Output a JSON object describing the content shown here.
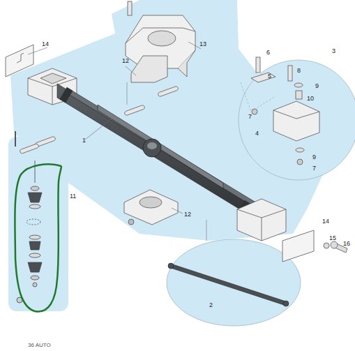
{
  "diagram": {
    "labels": [
      "14",
      "13",
      "12",
      "6",
      "3",
      "5",
      "8",
      "9",
      "10",
      "7",
      "4",
      "9",
      "7",
      "1",
      "11",
      "12",
      "14",
      "15",
      "16",
      "2",
      "36 AUTO"
    ]
  }
}
